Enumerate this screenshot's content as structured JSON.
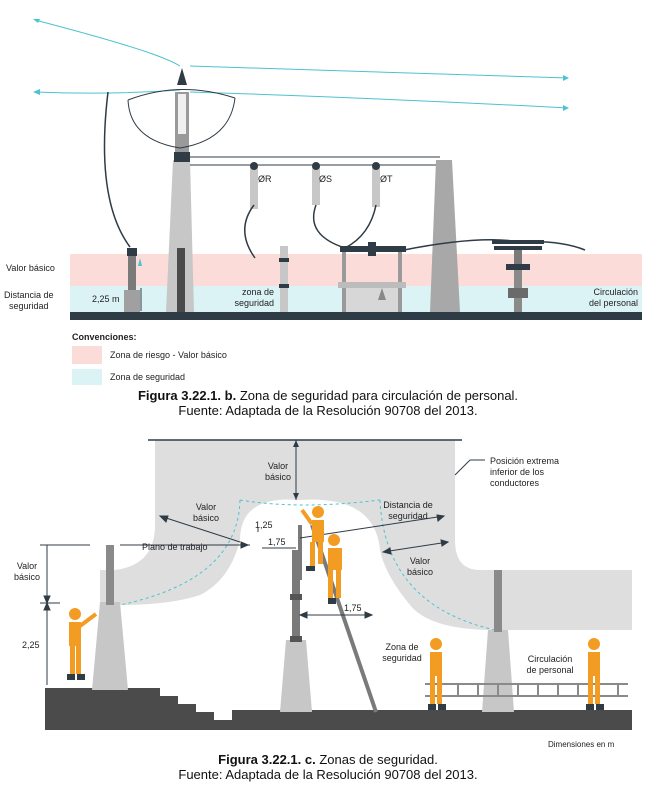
{
  "fig_b": {
    "labels": {
      "valor_basico": "Valor básico",
      "distancia_line1": "Distancia de",
      "distancia_line2": "seguridad",
      "height_225": "2,25 m",
      "zona_line1": "zona de",
      "zona_line2": "seguridad",
      "circ_line1": "Circulación",
      "circ_line2": "del personal",
      "phase_r": "ØR",
      "phase_s": "ØS",
      "phase_t": "ØT"
    },
    "legend": {
      "title": "Convenciones:",
      "items": [
        {
          "label": "Zona de riesgo - Valor básico",
          "color": "#fbdcd9"
        },
        {
          "label": "Zona de seguridad",
          "color": "#dcf3f5"
        }
      ]
    },
    "caption": {
      "number": "Figura 3.22.1. b.",
      "title": " Zona de seguridad para circulación de personal.",
      "source": "Fuente: Adaptada de la Resolución 90708 del 2013."
    }
  },
  "fig_c": {
    "labels": {
      "valor_basico_top1": "Valor",
      "valor_basico_top2": "básico",
      "posicion1": "Posición extrema",
      "posicion2": "inferior de los",
      "posicion3": "conductores",
      "vb_left1": "Valor",
      "vb_left2": "básico",
      "dist1": "Distancia de",
      "dist2": "seguridad",
      "d125": "1,25",
      "d175a": "1,75",
      "plano": "Plano de trabajo",
      "vb_right1": "Valor",
      "vb_right2": "básico",
      "vb_side1": "Valor",
      "vb_side2": "básico",
      "d225": "2,25",
      "d175b": "1,75",
      "zona1": "Zona de",
      "zona2": "seguridad",
      "circ1": "Circulación",
      "circ2": "de personal",
      "dims": "Dimensiones en m"
    },
    "caption": {
      "number": "Figura 3.22.1. c.",
      "title": " Zonas de seguridad.",
      "source": "Fuente: Adaptada de la Resolución 90708 del 2013."
    }
  },
  "colors": {
    "risk_zone": "#fbdcd9",
    "safety_zone": "#dcf3f5",
    "conductor": "#4cc3d0",
    "ground": "#2f3b45",
    "structure": "#c7c7c7",
    "dark_structure": "#808080",
    "worker": "#f39c23",
    "gray_zone": "#dedede"
  }
}
